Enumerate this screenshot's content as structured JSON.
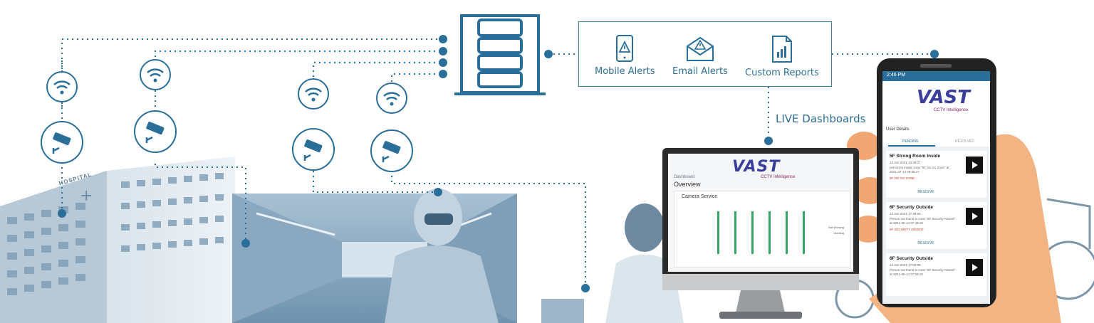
{
  "alerts": {
    "mobile": "Mobile Alerts",
    "email": "Email Alerts",
    "reports": "Custom Reports"
  },
  "live_label": "LIVE Dashboards",
  "hospital_sign": "HOSPITAL",
  "monitor": {
    "logo": "VAST",
    "logo_sub": "CCTV Intelligence",
    "breadcrumb": "Dashboard",
    "title": "Overview",
    "card_title": "Camera Service",
    "legend": [
      "Not Working",
      "Working"
    ]
  },
  "phone": {
    "time": "2:46 PM",
    "logo": "VAST",
    "logo_sub": "CCTV Intelligence",
    "section": "User Details",
    "tabs": [
      "PENDING",
      "RESOLVED"
    ],
    "cards": [
      {
        "title": "5F Strong Room Inside",
        "date": "14 Jun 2021 13:38:07",
        "line1": "person(s) inside zone \"5F No Go Zone\" at",
        "line2": "2021-07-14 09:58:47",
        "tag": "5F NO GO ZONE",
        "action": "RESOLVE"
      },
      {
        "title": "6F Security Outside",
        "date": "14 Jun 2021 17:49:59",
        "line1": "Person not found in zone \"6F Security Absent\"",
        "line2": "at 2021-08-14 07:49:18",
        "tag": "6F SECURITY ABSENT",
        "action": "RESOLVE"
      },
      {
        "title": "6F Security Outside",
        "date": "14 Jun 2021 17:59:09",
        "line1": "Person not found in zone \"6F Security Absent\"",
        "line2": "at 2021-08-14 07:59:18",
        "tag": "",
        "action": ""
      }
    ]
  },
  "colors": {
    "accent": "#2f6f93",
    "line": "#2a6f9a",
    "photo_tint": "#8fb0c8",
    "bar_green": "#35a56a",
    "logo_purple": "#3b3f9b"
  },
  "icons": [
    "wifi-icon",
    "cctv-camera-icon",
    "server-rack-icon",
    "mobile-alert-icon",
    "email-alert-icon",
    "report-icon"
  ]
}
